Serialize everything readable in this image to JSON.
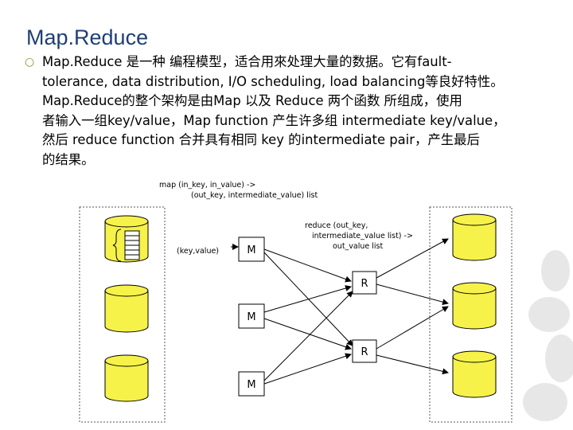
{
  "title": "Map.Reduce",
  "bullet_icon": "ring-bullet-icon",
  "paragraph": [
    "Map.Reduce  是一种 编程模型，适合用來处理大量的数据。它有fault-",
    "tolerance, data distribution, I/O scheduling, load balancing等良好特性。",
    "Map.Reduce的整个架构是由Map 以及  Reduce 两个函数 所组成，使用",
    "者输入一组key/value，Map function 产生许多组 intermediate key/value，",
    "然后 reduce function   合并具有相同 key 的intermediate pair，产生最后",
    "的结果。"
  ],
  "diagram": {
    "map_signature_line1": "map  (in_key, in_value) ->",
    "map_signature_line2": "(out_key, intermediate_value) list",
    "reduce_signature_line1": "reduce (out_key,",
    "reduce_signature_line2": "intermediate_value list) ->",
    "reduce_signature_line3": "out_value list",
    "kv_label": "(key,value)",
    "mappers": [
      "M",
      "M",
      "M"
    ],
    "reducers": [
      "R",
      "R"
    ]
  },
  "colors": {
    "title": "#1f3f73",
    "cylinder_fill": "#f6f24a",
    "stroke": "#000000"
  }
}
